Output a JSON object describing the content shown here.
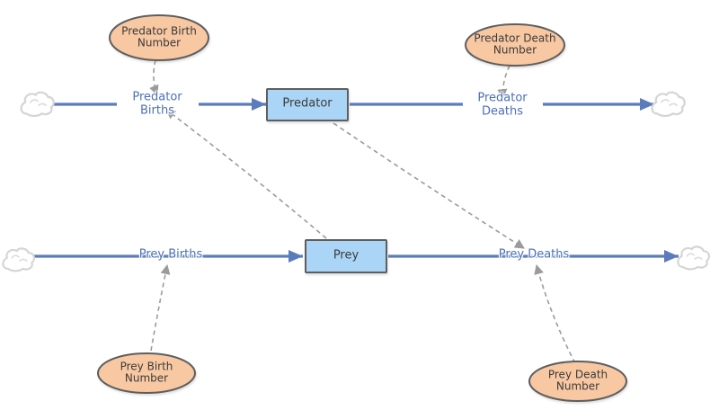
{
  "diagram": {
    "type": "stock-and-flow-model",
    "background": "#ffffff",
    "stocks": [
      {
        "id": "predator",
        "label": "Predator"
      },
      {
        "id": "prey",
        "label": "Prey"
      }
    ],
    "flows": [
      {
        "id": "predator-births",
        "label": "Predator\nBirths",
        "from": "cloud-source",
        "to": "Predator"
      },
      {
        "id": "predator-deaths",
        "label": "Predator\nDeaths",
        "from": "Predator",
        "to": "cloud-sink"
      },
      {
        "id": "prey-births",
        "label": "Prey Births",
        "from": "cloud-source",
        "to": "Prey"
      },
      {
        "id": "prey-deaths",
        "label": "Prey Deaths",
        "from": "Prey",
        "to": "cloud-sink"
      }
    ],
    "converters": [
      {
        "id": "predator-birth-number",
        "label": "Predator Birth\nNumber"
      },
      {
        "id": "predator-death-number",
        "label": "Predator Death\nNumber"
      },
      {
        "id": "prey-birth-number",
        "label": "Prey Birth\nNumber"
      },
      {
        "id": "prey-death-number",
        "label": "Prey Death\nNumber"
      }
    ],
    "connectors": [
      {
        "from": "Predator Birth Number",
        "to": "Predator Births"
      },
      {
        "from": "Predator Death Number",
        "to": "Predator Deaths"
      },
      {
        "from": "Prey",
        "to": "Predator Births"
      },
      {
        "from": "Predator",
        "to": "Prey Deaths"
      },
      {
        "from": "Prey Birth Number",
        "to": "Prey Births"
      },
      {
        "from": "Prey Death Number",
        "to": "Prey Deaths"
      }
    ],
    "colors": {
      "flow_blue": "#5b7cbc",
      "flow_label_blue": "#4a70b8",
      "stock_fill": "#aad5f6",
      "stock_border": "#5e5e5e",
      "converter_fill": "#f8c8a2",
      "converter_border": "#5e5e5e",
      "connector_gray": "#9b9b9b",
      "cloud_border": "#d5d5d5",
      "text_dark": "#3b3b3b"
    }
  }
}
